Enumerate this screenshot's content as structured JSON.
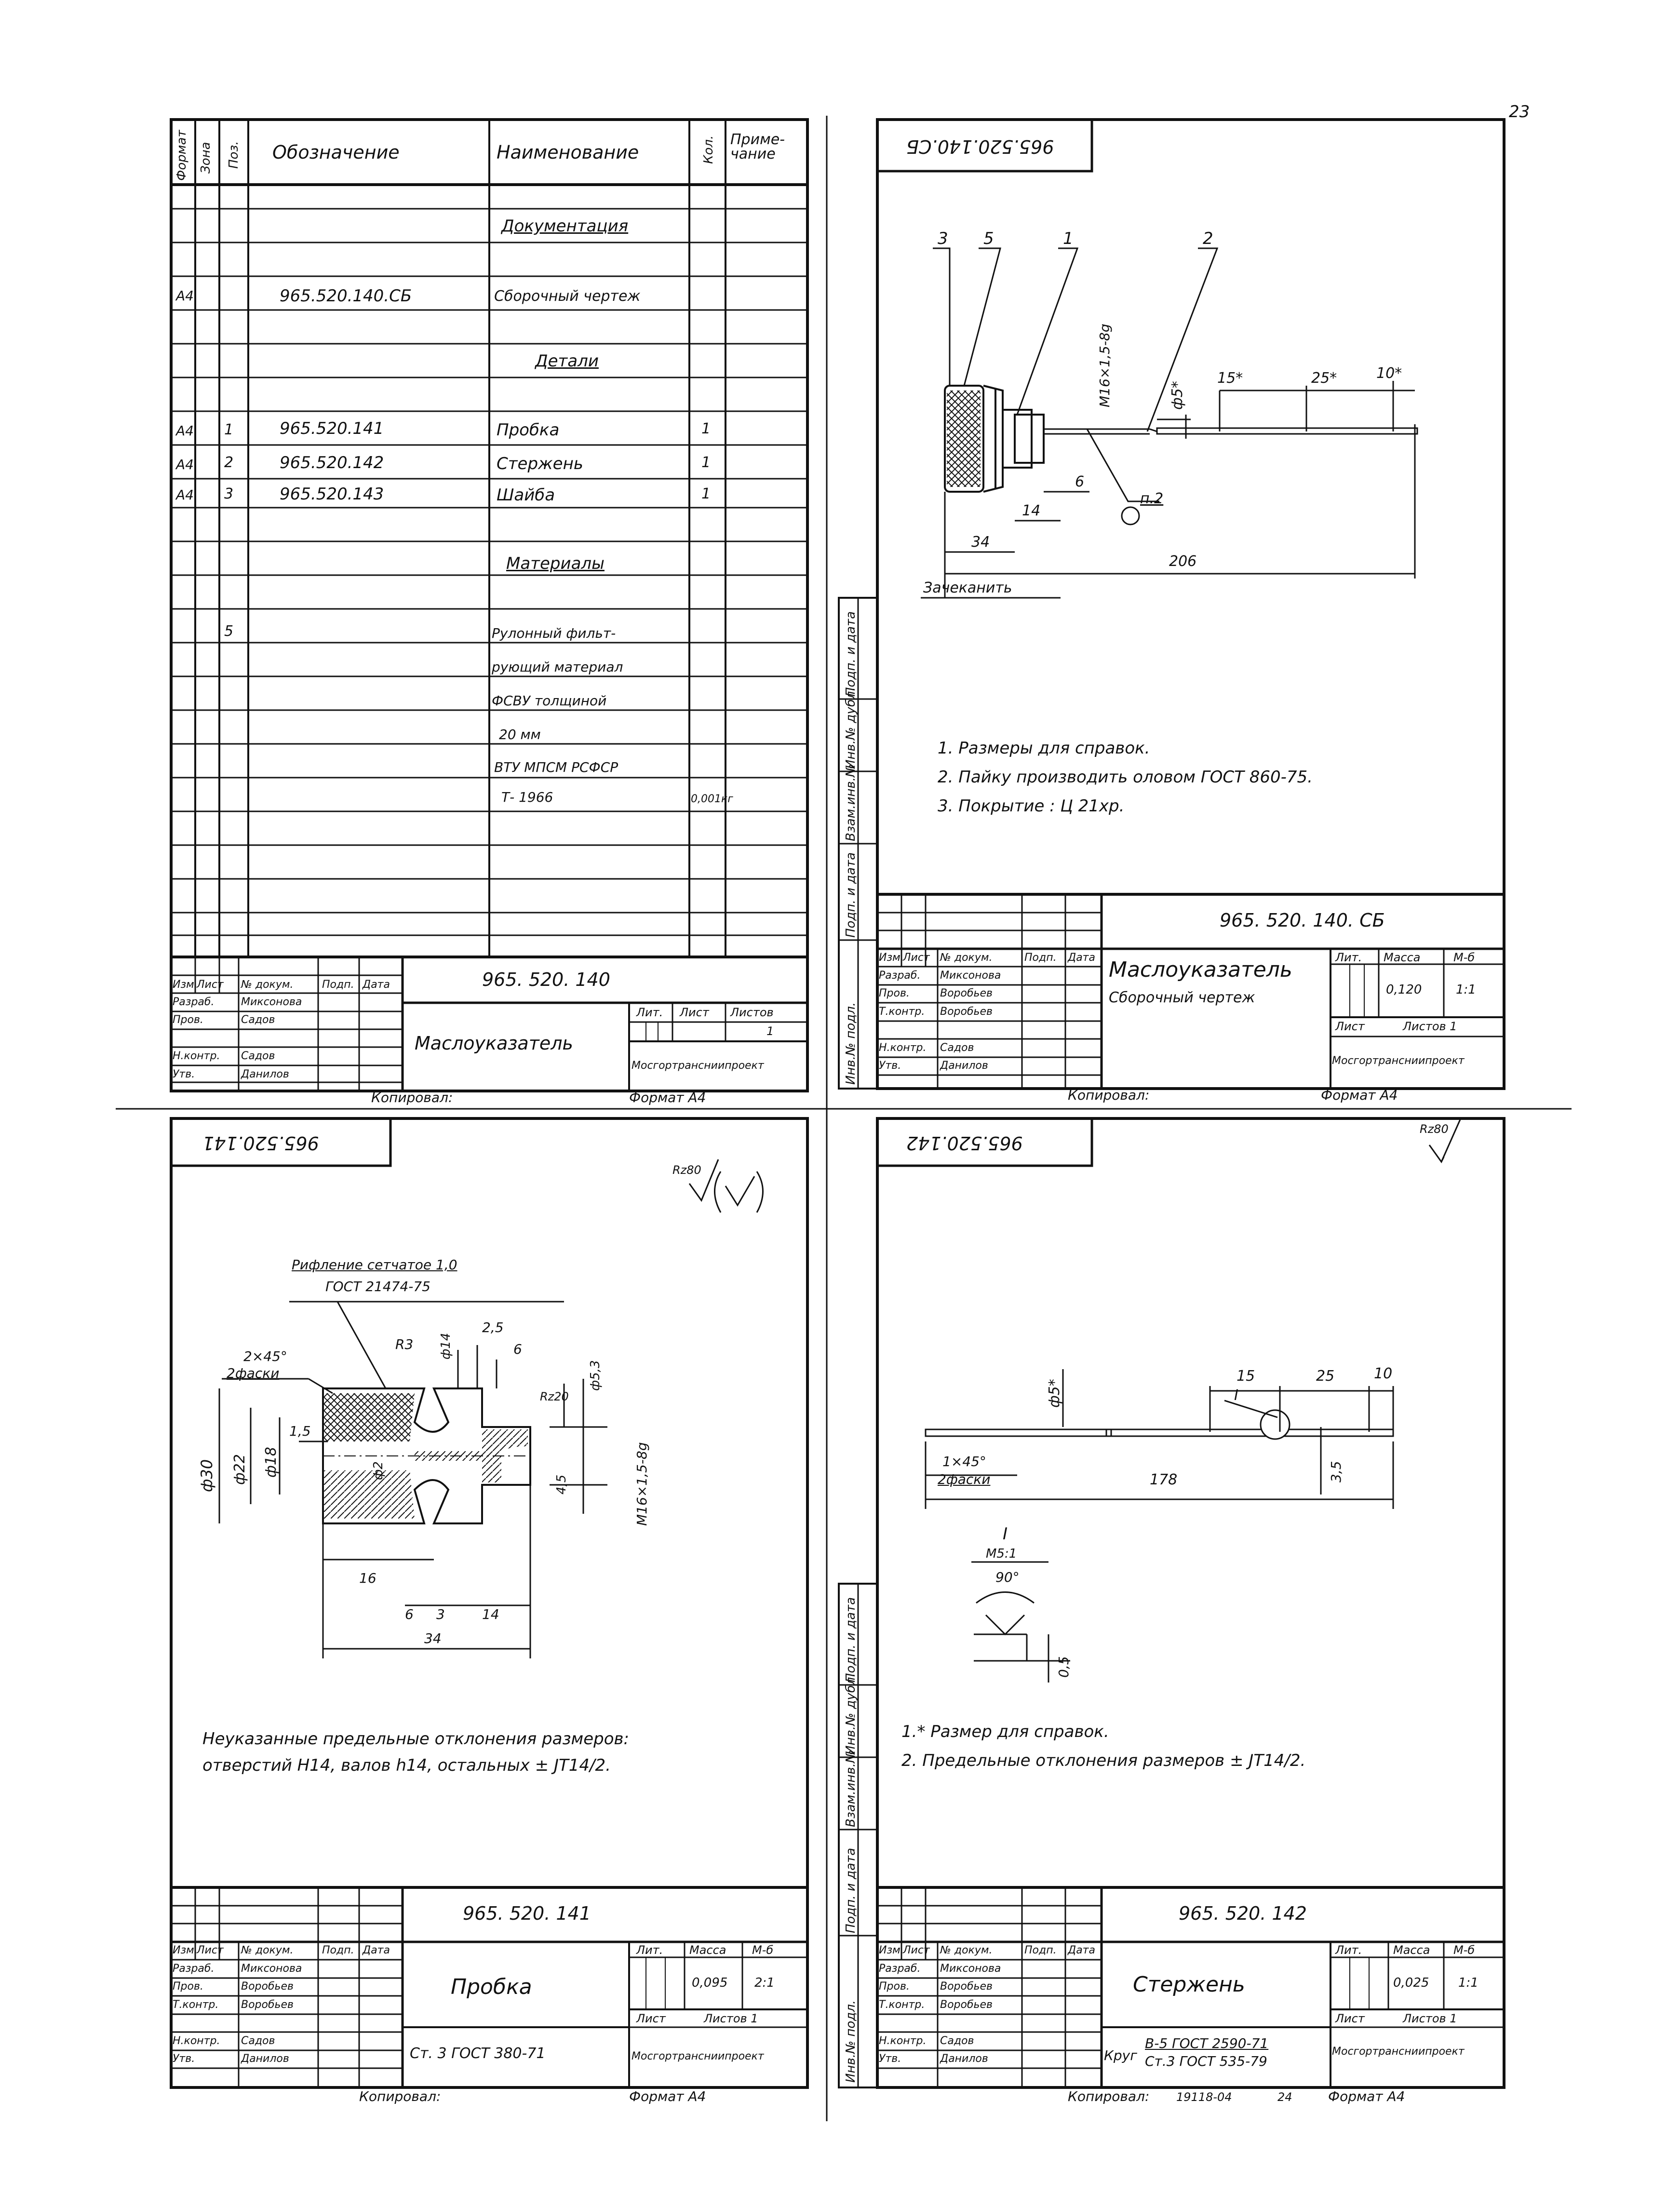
{
  "page_number": "23",
  "spec": {
    "headers": {
      "format": "Формат",
      "zone": "Зона",
      "pos": "Поз.",
      "designation": "Обозначение",
      "name": "Наименование",
      "qty": "Кол.",
      "note": "Приме-\nчание"
    },
    "sec_docs": "Документация",
    "row_sb": {
      "format": "А4",
      "designation": "965.520.140.СБ",
      "name": "Сборочный чертеж"
    },
    "sec_parts": "Детали",
    "parts": [
      {
        "format": "А4",
        "pos": "1",
        "designation": "965.520.141",
        "name": "Пробка",
        "qty": "1"
      },
      {
        "format": "А4",
        "pos": "2",
        "designation": "965.520.142",
        "name": "Стержень",
        "qty": "1"
      },
      {
        "format": "А4",
        "pos": "3",
        "designation": "965.520.143",
        "name": "Шайба",
        "qty": "1"
      }
    ],
    "sec_materials": "Материалы",
    "material_pos": "5",
    "material_lines": [
      "Рулонный фильт-",
      "рующий материал",
      "ФСВУ толщиной",
      "20 мм",
      "ВТУ МПСМ РСФСР",
      "Т- 1966"
    ],
    "material_qty": "0,001кг",
    "title_code": "965. 520. 140",
    "title_name": "Маслоуказатель",
    "org": "Мосгортрансниипроект",
    "sheet_hdr": {
      "lit": "Лит.",
      "list": "Лист",
      "lists": "Листов",
      "lists_val": "1"
    },
    "copied": "Копировал:",
    "format": "Формат А4"
  },
  "stamp": {
    "headers": [
      "Изм.",
      "Лист",
      "№ докум.",
      "Подп.",
      "Дата"
    ],
    "roles": [
      {
        "role": "Разраб.",
        "person": "Миксонова"
      },
      {
        "role": "Пров.",
        "person": "Садов"
      },
      {
        "role": "Н.контр.",
        "person": "Садов"
      },
      {
        "role": "Утв.",
        "person": "Данилов"
      }
    ],
    "roles_b": [
      {
        "role": "Разраб.",
        "person": "Миксонова"
      },
      {
        "role": "Пров.",
        "person": "Воробьев"
      },
      {
        "role": "Т.контр.",
        "person": "Воробьев"
      },
      {
        "role": "Н.контр.",
        "person": "Садов"
      },
      {
        "role": "Утв.",
        "person": "Данилов"
      }
    ]
  },
  "side_strip": [
    "Инв.№ подл.",
    "Подп. и дата",
    "Взам.инв.№",
    "Инв.№ дубл.",
    "Подп. и дата"
  ],
  "assembly": {
    "corner_code": "965.520.140.СБ",
    "callouts": [
      "3",
      "5",
      "1",
      "2"
    ],
    "dims": {
      "thread": "M16×1,5-8g",
      "dia": "ф5*",
      "d1": "15*",
      "d2": "25*",
      "d3": "10*",
      "d6": "6",
      "d14": "14",
      "d34": "34",
      "d206": "206",
      "weld": "п.2"
    },
    "caulk": "Зачеканить",
    "notes": [
      "1. Размеры для справок.",
      "2. Пайку производить оловом ГОСТ 860-75.",
      "3. Покрытие : Ц 21хр."
    ],
    "code": "965. 520. 140. СБ",
    "name": "Маслоуказатель",
    "subtitle": "Сборочный чертеж",
    "lit": "Лит.",
    "mass": "Масса",
    "scale": "М-б",
    "mass_val": "0,120",
    "scale_val": "1:1",
    "list": "Лист",
    "lists": "Листов 1",
    "org": "Мосгортрансниипроект",
    "copied": "Копировал:",
    "format": "Формат А4"
  },
  "plug": {
    "corner_code": "965.520.141",
    "roughness": "Rz80",
    "knurl_line1": "Рифление сетчатое 1,0",
    "knurl_line2": "ГОСТ 21474-75",
    "dims": {
      "chamfer1": "2×45°",
      "chamfer2": "2фаски",
      "r3": "R3",
      "d14": "ф14",
      "d25": "2,5",
      "d6": "6",
      "rz20": "Rz20",
      "d53": "ф5,3",
      "d30": "ф30",
      "d22": "ф22",
      "d18": "ф18",
      "d15": "1,5",
      "d2": "ф2",
      "d45": "4,5",
      "thread": "M16×1,5-8g",
      "l16": "16",
      "l6": "6",
      "l3": "3",
      "l14": "14",
      "l34": "34"
    },
    "notes": [
      "Неуказанные предельные отклонения размеров:",
      "отверстий  Н14,  валов  h14,  остальных ± JT14/2."
    ],
    "code": "965. 520. 141",
    "name": "Пробка",
    "lit": "Лит.",
    "mass": "Масса",
    "scale": "М-б",
    "mass_val": "0,095",
    "scale_val": "2:1",
    "list": "Лист",
    "lists": "Листов 1",
    "material": "Ст. 3 ГОСТ 380-71",
    "org": "Мосгортрансниипроект",
    "copied": "Копировал:",
    "format": "Формат А4"
  },
  "rod": {
    "corner_code": "965.520.142",
    "roughness": "Rz80",
    "dims": {
      "dia": "ф5*",
      "d15": "15",
      "d25": "25",
      "d10": "10",
      "mark": "I",
      "chamfer1": "1×45°",
      "chamfer2": "2фаски",
      "l178": "178",
      "d35": "3,5"
    },
    "detail_mark": "I",
    "detail_scale": "М5:1",
    "detail_angle": "90°",
    "detail_dim": "0,5",
    "notes": [
      "1.* Размер для справок.",
      "2. Предельные отклонения размеров ± JT14/2."
    ],
    "code": "965. 520. 142",
    "name": "Стержень",
    "lit": "Лит.",
    "mass": "Масса",
    "scale": "М-б",
    "mass_val": "0,025",
    "scale_val": "1:1",
    "list": "Лист",
    "lists": "Листов 1",
    "material_prefix": "Круг",
    "material_top": "В-5 ГОСТ 2590-71",
    "material_bot": "Ст.3 ГОСТ 535-79",
    "org": "Мосгортрансниипроект",
    "copied": "Копировал:",
    "copied_num": "19118-04",
    "copied_n2": "24",
    "format": "Формат А4"
  }
}
